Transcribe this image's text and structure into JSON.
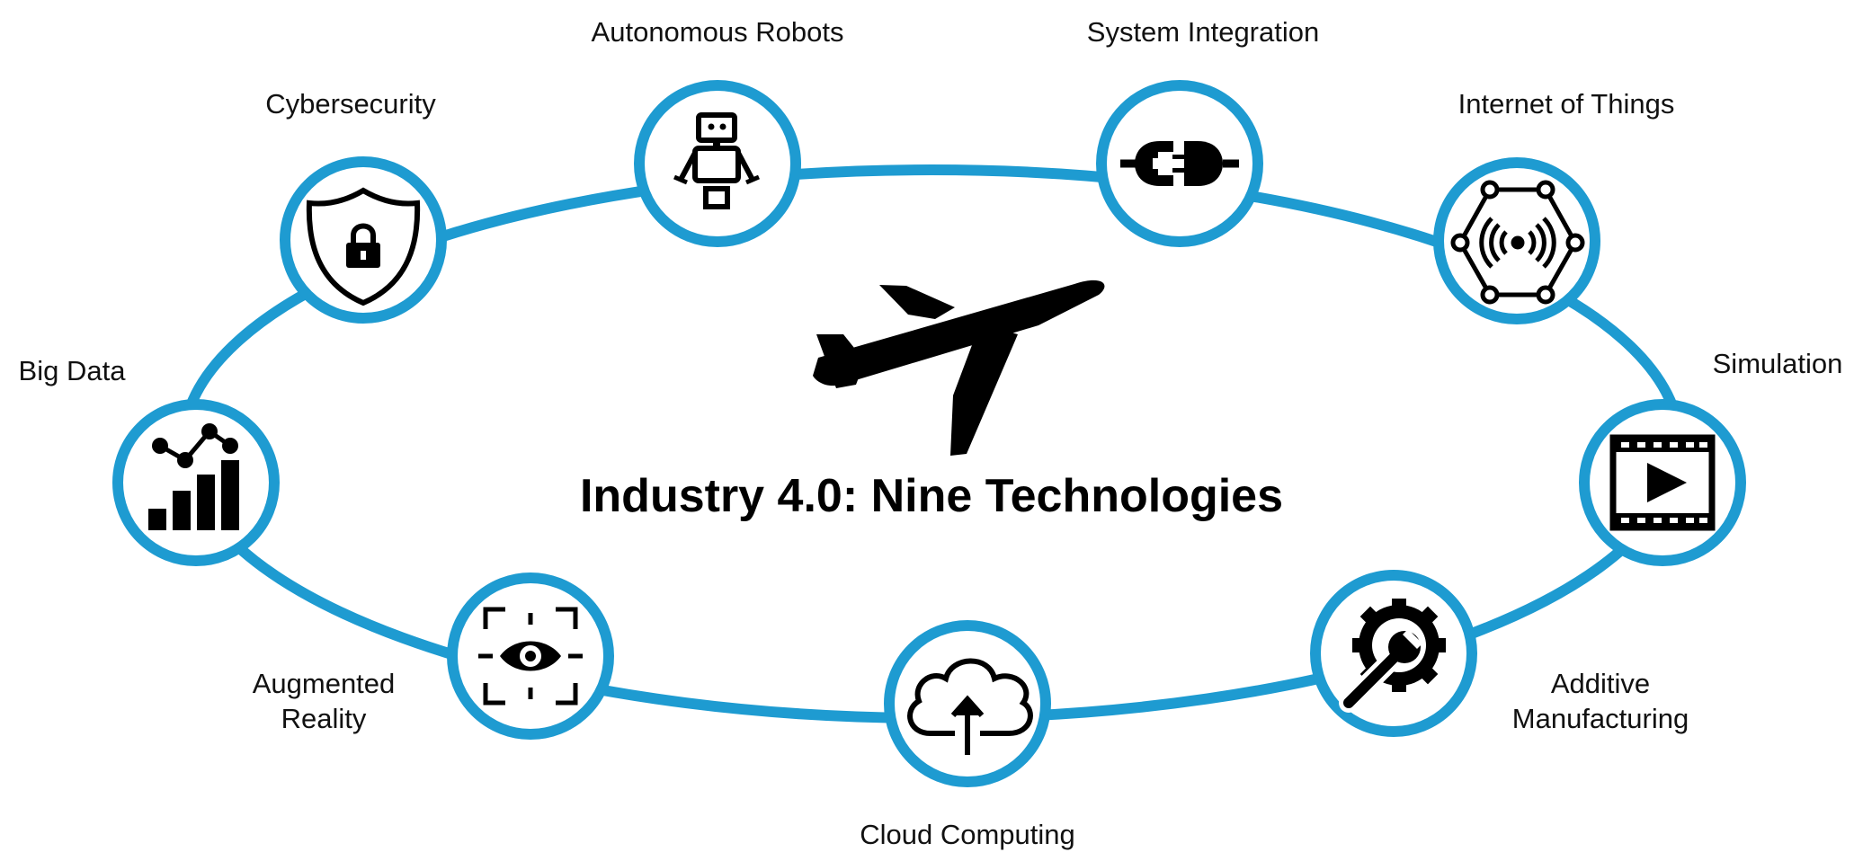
{
  "title": "Industry 4.0: Nine Technologies",
  "colors": {
    "ring": "#1e9bd1",
    "icon": "#111111",
    "fill": "#ffffff"
  },
  "center_icon": "airplane-icon",
  "technologies": [
    {
      "label": "Autonomous Robots",
      "icon": "robot-icon"
    },
    {
      "label": "System Integration",
      "icon": "plug-icon"
    },
    {
      "label": "Internet of Things",
      "icon": "iot-icon"
    },
    {
      "label": "Simulation",
      "icon": "play-film-icon"
    },
    {
      "label": "Additive Manufacturing",
      "label_lines": [
        "Additive",
        "Manufacturing"
      ],
      "icon": "gear-wrench-icon"
    },
    {
      "label": "Cloud Computing",
      "icon": "cloud-upload-icon"
    },
    {
      "label": "Augmented Reality",
      "label_lines": [
        "Augmented",
        "Reality"
      ],
      "icon": "eye-scan-icon"
    },
    {
      "label": "Big Data",
      "icon": "chart-icon"
    },
    {
      "label": "Cybersecurity",
      "icon": "shield-lock-icon"
    }
  ]
}
